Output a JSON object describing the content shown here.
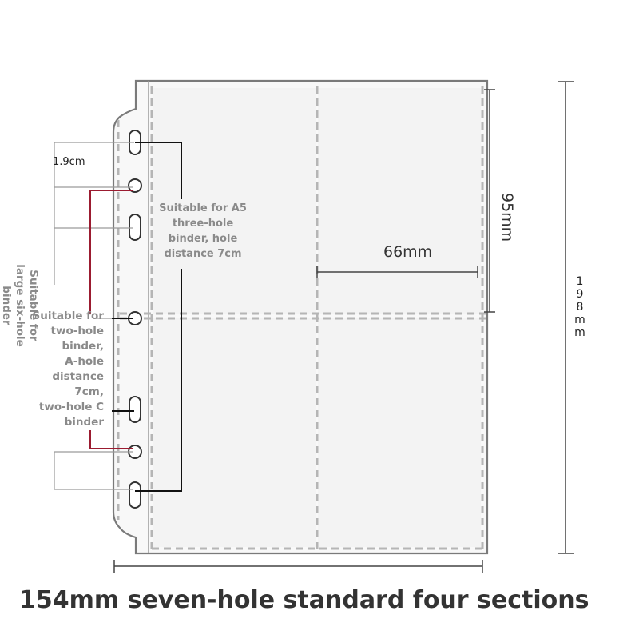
{
  "labels": {
    "a5_three_hole": [
      "Suitable for A5",
      "three-hole",
      "binder, hole",
      "distance 7cm"
    ],
    "two_hole": [
      "Suitable for",
      "two-hole",
      "binder,",
      "A-hole",
      "distance",
      "7cm,",
      "two-hole C",
      "binder"
    ],
    "six_hole": [
      "Suitable for",
      "large six-hole",
      "binder"
    ],
    "hole_spacing": "1.9cm",
    "pocket_width": "66mm",
    "pocket_height": "95mm",
    "sheet_height": "198mm",
    "caption": "154mm seven-hole standard four sections"
  },
  "colors": {
    "sheet_outline": "#7a7a7a",
    "pocket_fill": "#f7f7f7",
    "dashed_line": "#b8b8b8",
    "leader_black": "#111111",
    "leader_red": "#9b1b30",
    "dimension_line": "#444444",
    "guide_gray": "#9a9a9a"
  }
}
